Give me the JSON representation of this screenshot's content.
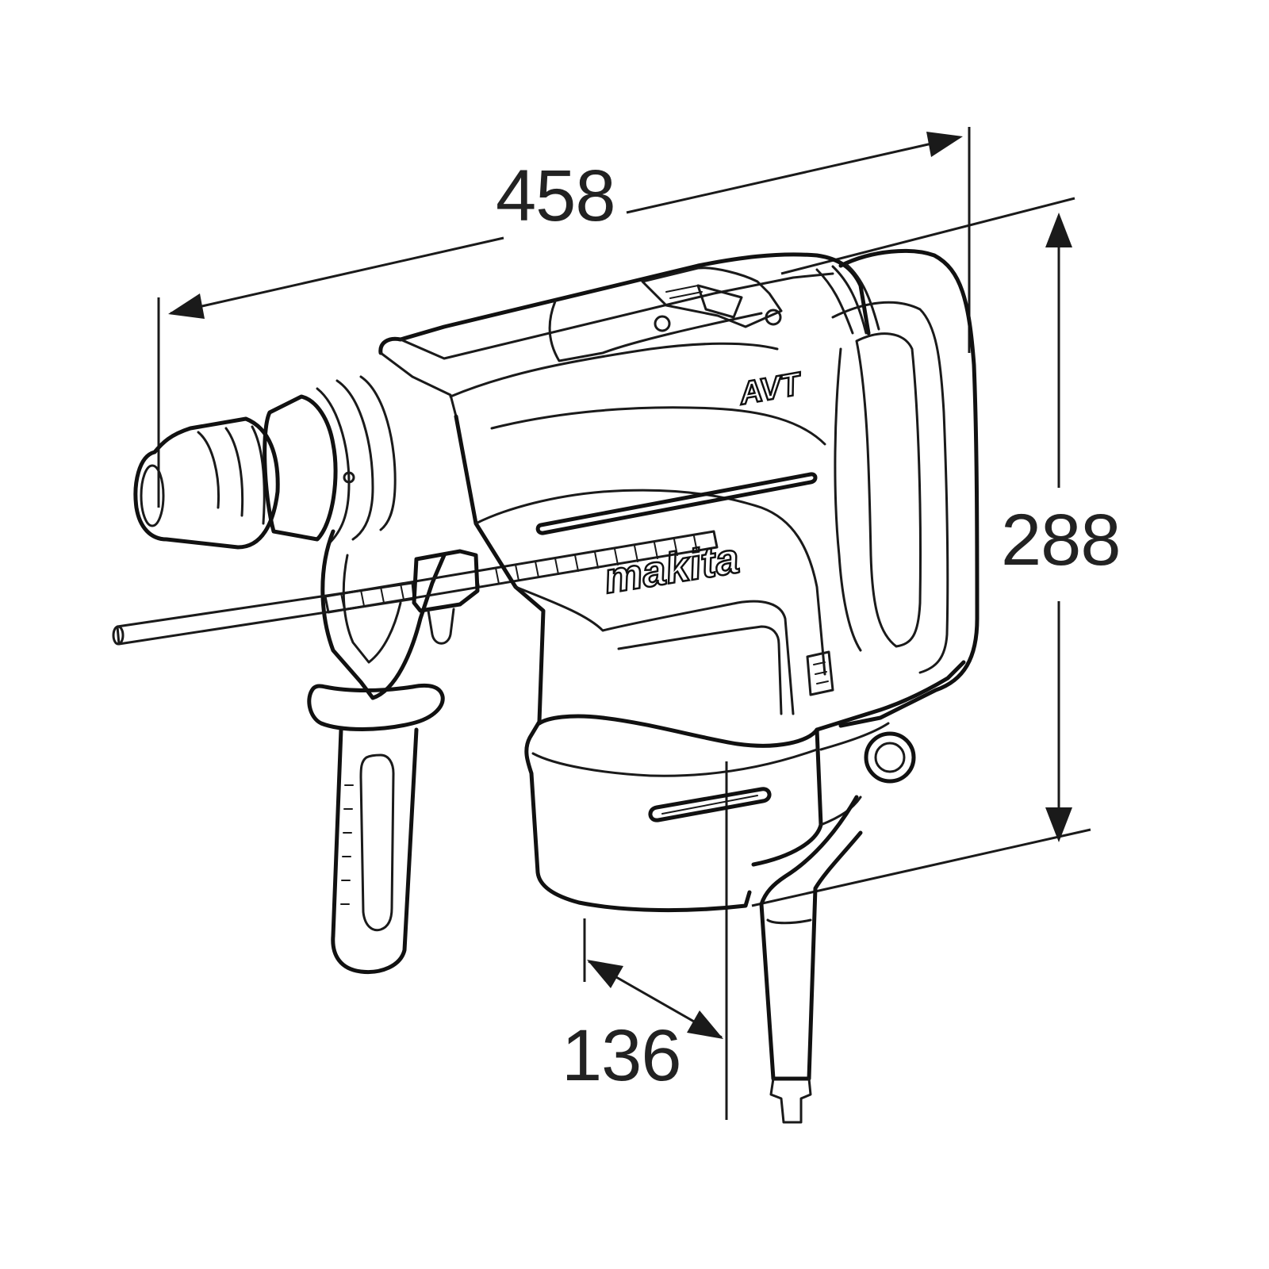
{
  "dimensions": {
    "length": "458",
    "height": "288",
    "depth": "136"
  },
  "branding": {
    "logo": "makita",
    "model_badge": "AVT"
  }
}
